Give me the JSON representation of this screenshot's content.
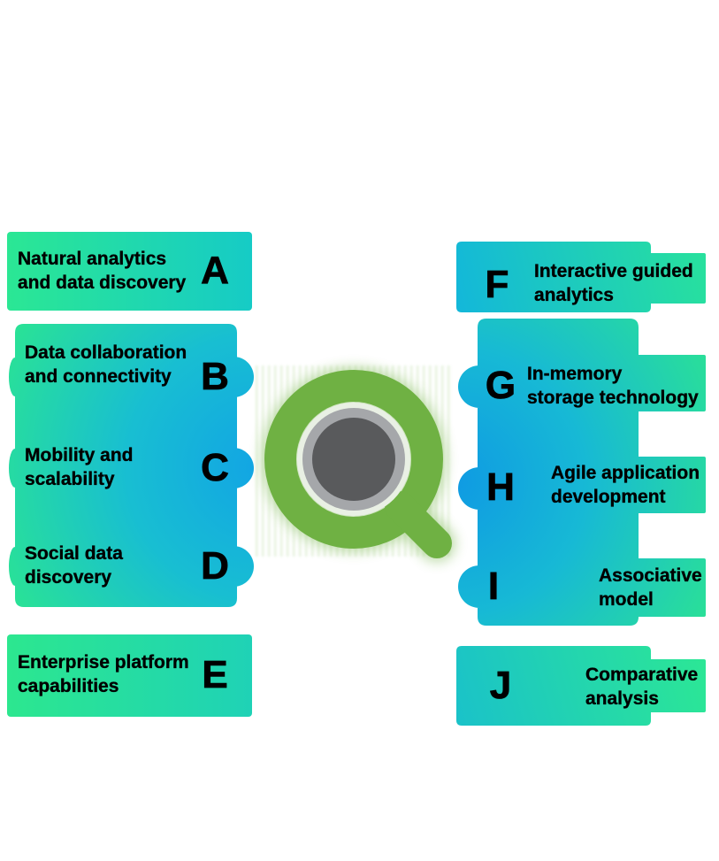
{
  "diagram": {
    "subject": "Qlik capabilities overview",
    "center_logo": {
      "name": "qlik-q-logo",
      "ring_color": "#6FB143",
      "inner_dark_gray": "#595A5C",
      "inner_light_gray": "#A5A7AA",
      "inner_pale_ring": "#E9F0E4"
    },
    "palette": {
      "green": "#2BE591",
      "teal": "#19C2CE",
      "blue": "#12A5E4",
      "text": "#000000",
      "background": "#FFFFFF"
    },
    "left_items": [
      {
        "letter": "A",
        "line1": "Natural analytics",
        "line2": "and data discovery"
      },
      {
        "letter": "B",
        "line1": "Data collaboration",
        "line2": "and connectivity"
      },
      {
        "letter": "C",
        "line1": "Mobility and",
        "line2": "scalability"
      },
      {
        "letter": "D",
        "line1": "Social data",
        "line2": "discovery"
      },
      {
        "letter": "E",
        "line1": "Enterprise platform",
        "line2": "capabilities"
      }
    ],
    "right_items": [
      {
        "letter": "F",
        "line1": "Interactive guided",
        "line2": "analytics"
      },
      {
        "letter": "G",
        "line1": "In-memory",
        "line2": "storage technology"
      },
      {
        "letter": "H",
        "line1": "Agile application",
        "line2": "development"
      },
      {
        "letter": "I",
        "line1": "Associative",
        "line2": "model"
      },
      {
        "letter": "J",
        "line1": "Comparative",
        "line2": "analysis"
      }
    ]
  }
}
